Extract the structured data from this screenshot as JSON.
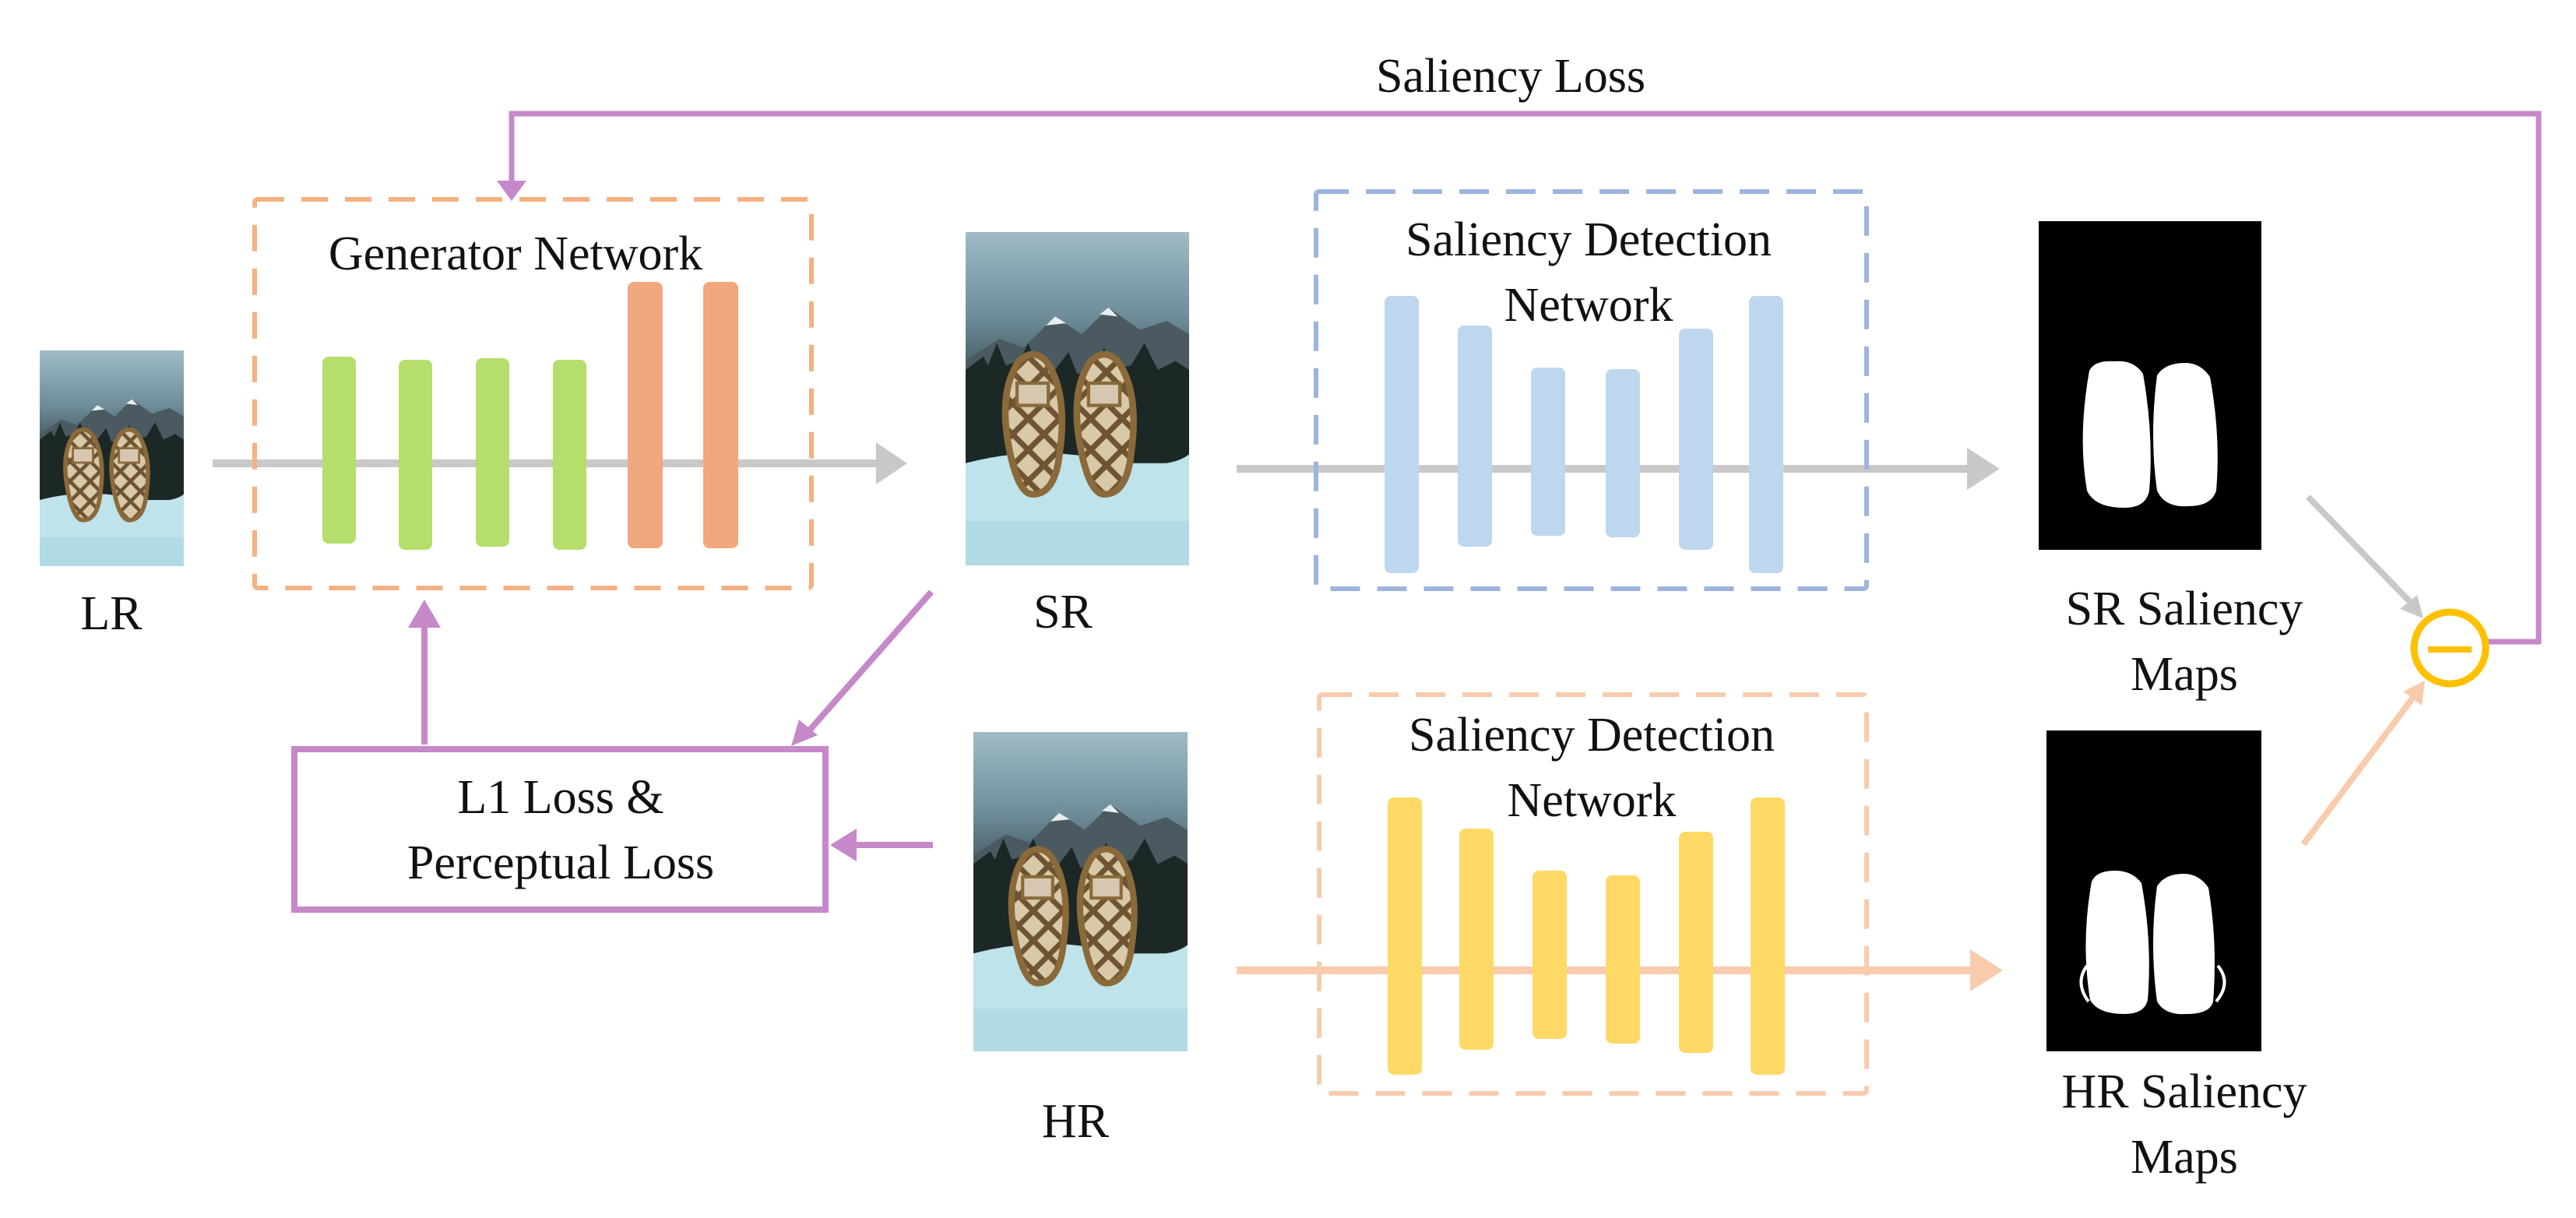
{
  "labels": {
    "saliency_loss": "Saliency Loss",
    "generator_network": "Generator Network",
    "saliency_detection_network_top": "Saliency Detection Network",
    "saliency_detection_network_bottom": "Saliency Detection Network",
    "lr": "LR",
    "sr": "SR",
    "hr": "HR",
    "sr_saliency_maps": "SR Saliency Maps",
    "hr_saliency_maps": "HR Saliency Maps",
    "l1_perceptual_loss": "L1 Loss & Perceptual Loss"
  },
  "colors": {
    "generator_green": "#B5DE6C",
    "generator_orange": "#F0A87C",
    "sr_detector_blue": "#BDD7EE",
    "hr_detector_yellow": "#FFD966",
    "loss_purple": "#C688C9",
    "flow_gray": "#C8C8C8",
    "hr_flow_peach": "#F8CBAD",
    "generator_border": "#F4B183",
    "sr_detector_border": "#9DB4DE",
    "subtract_yellow": "#FFC000",
    "saliency_map_bg": "#000000",
    "saliency_map_fg": "#FFFFFF"
  },
  "icons": {
    "subtract": "circled-minus-icon",
    "photo": "snowshoe-photo",
    "saliency_map": "binary-saliency-map"
  }
}
